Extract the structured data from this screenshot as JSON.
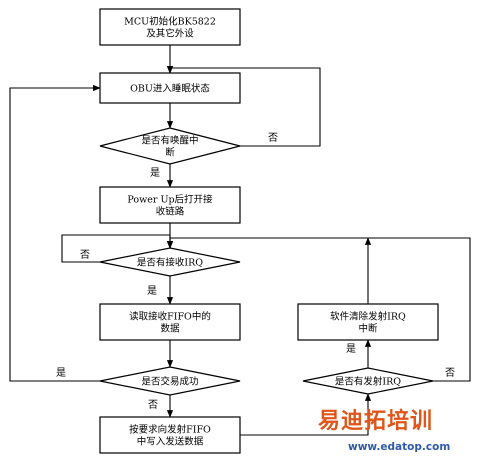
{
  "nodes": {
    "init": {
      "shape": "process",
      "lines": [
        "MCU初始化BK5822",
        "及其它外设"
      ]
    },
    "sleep": {
      "shape": "process",
      "lines": [
        "OBU进入睡眠状态"
      ]
    },
    "wake_q": {
      "shape": "decision",
      "lines": [
        "是否有唤醒中",
        "断"
      ]
    },
    "power_up": {
      "shape": "process",
      "lines": [
        "Power Up后打开接",
        "收链路"
      ]
    },
    "rx_irq_q": {
      "shape": "decision",
      "lines": [
        "是否有接收IRQ"
      ]
    },
    "read_fifo": {
      "shape": "process",
      "lines": [
        "读取接收FIFO中的",
        "数据"
      ]
    },
    "trade_q": {
      "shape": "decision",
      "lines": [
        "是否交易成功"
      ]
    },
    "write_fifo": {
      "shape": "process",
      "lines": [
        "按要求向发射FIFO",
        "中写入发送数据"
      ]
    },
    "tx_irq_q": {
      "shape": "decision",
      "lines": [
        "是否有发射IRQ"
      ]
    },
    "clear_irq": {
      "shape": "process",
      "lines": [
        "软件清除发射IRQ",
        "中断"
      ]
    }
  },
  "edges": [
    {
      "from": "init",
      "to": "sleep",
      "label": ""
    },
    {
      "from": "sleep",
      "to": "wake_q",
      "label": ""
    },
    {
      "from": "wake_q",
      "to": "sleep",
      "label": "否"
    },
    {
      "from": "wake_q",
      "to": "power_up",
      "label": "是"
    },
    {
      "from": "power_up",
      "to": "rx_irq_q",
      "label": ""
    },
    {
      "from": "rx_irq_q",
      "to": "rx_irq_q",
      "label": "否"
    },
    {
      "from": "rx_irq_q",
      "to": "read_fifo",
      "label": "是"
    },
    {
      "from": "read_fifo",
      "to": "trade_q",
      "label": ""
    },
    {
      "from": "trade_q",
      "to": "sleep",
      "label": "是"
    },
    {
      "from": "trade_q",
      "to": "write_fifo",
      "label": "否"
    },
    {
      "from": "write_fifo",
      "to": "tx_irq_q",
      "label": ""
    },
    {
      "from": "tx_irq_q",
      "to": "clear_irq",
      "label": "是"
    },
    {
      "from": "tx_irq_q",
      "to": "rx_irq_q",
      "label": "否"
    },
    {
      "from": "clear_irq",
      "to": "rx_irq_q",
      "label": ""
    }
  ],
  "watermark": {
    "text": "易迪拓培训",
    "url": "www.edatop.com"
  }
}
